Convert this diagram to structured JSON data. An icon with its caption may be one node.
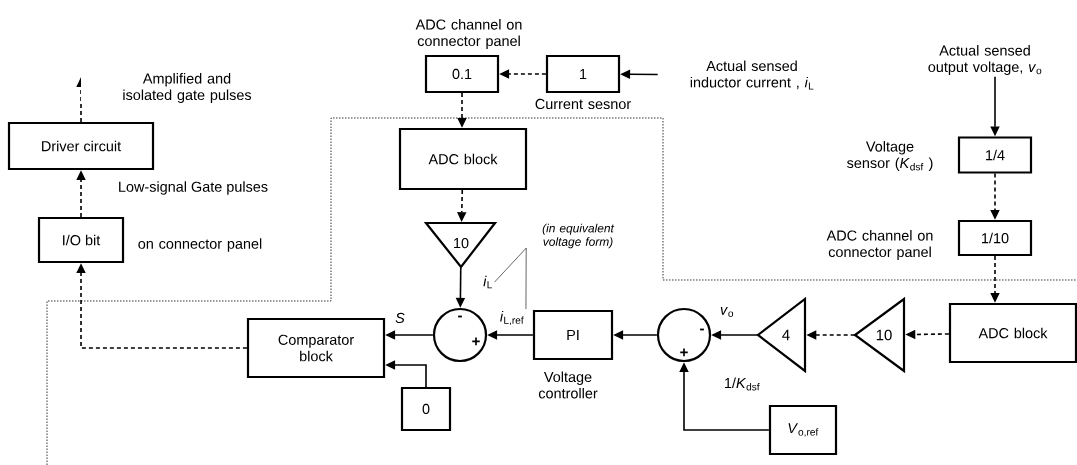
{
  "diagram": {
    "nodes": [
      {
        "text": [
          "Actual sensed inductor current , *i*$_{L}$"
        ]
      },
      {
        "text": [
          "1"
        ],
        "beside": [
          "Current sesnor"
        ]
      },
      {
        "text": [
          "0.1"
        ],
        "beside": [
          "ADC channel on connector panel"
        ]
      },
      {
        "text": [
          "ADC block"
        ]
      },
      {
        "text": [
          "10"
        ]
      },
      {
        "text": [
          "-",
          "+"
        ]
      },
      {
        "text": [
          "PI"
        ],
        "beside": [
          "Voltage controller"
        ]
      },
      {
        "text": [
          "-",
          "+"
        ]
      },
      {
        "text": [
          "4"
        ],
        "beside": [
          "1/*K*$_{dsf}$"
        ]
      },
      {
        "text": [
          "10"
        ]
      },
      {
        "text": [
          "ADC block"
        ]
      },
      {
        "text": [
          "1/10"
        ],
        "beside": [
          "ADC channel on connector panel"
        ]
      },
      {
        "text": [
          "1/4"
        ],
        "beside": [
          "Voltage sensor (*K*$_{dsf}$ )"
        ]
      },
      {
        "text": [
          "Actual sensed output voltage, *v*$_{o}$"
        ]
      },
      {
        "text": [
          "*V*$_{o,ref}$"
        ]
      },
      {
        "text": [
          "0"
        ]
      },
      {
        "text": [
          "Comparator block"
        ]
      },
      {
        "text": [
          "I/O bit"
        ],
        "beside": [
          "on connector panel"
        ]
      },
      {
        "text": [
          "Driver circuit"
        ]
      },
      {
        "text": [
          "(in equivalent voltage form)"
        ]
      },
      {
        "text": [
          "*i*$_{L}$"
        ]
      },
      {
        "text": [
          "*i*$_{L,ref}$"
        ]
      }
    ],
    "edges": [
      {
        "from": 0,
        "to": 1,
        "arrow": "to"
      },
      {
        "from": 1,
        "to": 2,
        "arrow": "to",
        "style": "dashed"
      },
      {
        "from": 2,
        "to": 3,
        "arrow": "to",
        "style": "dashed"
      },
      {
        "from": 3,
        "to": 4,
        "arrow": "to",
        "style": "dashed"
      },
      {
        "from": 4,
        "to": 5,
        "arrow": "to"
      },
      {
        "from": 5,
        "to": 16,
        "arrow": "to",
        "label": "*S*"
      },
      {
        "from": 6,
        "to": 5,
        "arrow": "to"
      },
      {
        "from": 7,
        "to": 6,
        "arrow": "to"
      },
      {
        "from": 8,
        "to": 7,
        "arrow": "to",
        "label": "*v*$_{o}$"
      },
      {
        "from": 9,
        "to": 8,
        "arrow": "to",
        "style": "dashed"
      },
      {
        "from": 10,
        "to": 9,
        "arrow": "to",
        "style": "dashed"
      },
      {
        "from": 11,
        "to": 10,
        "arrow": "to",
        "style": "dashed"
      },
      {
        "from": 12,
        "to": 11,
        "arrow": "to",
        "style": "dashed"
      },
      {
        "from": 13,
        "to": 12,
        "arrow": "to"
      },
      {
        "from": 14,
        "to": 7,
        "arrow": "to"
      },
      {
        "from": 15,
        "to": 16,
        "arrow": "to"
      },
      {
        "from": 16,
        "to": 17,
        "arrow": "to",
        "style": "dashed"
      },
      {
        "from": 17,
        "to": 18,
        "arrow": "to",
        "style": "dashed",
        "label": "Low-signal Gate pulses"
      },
      {
        "from": 18,
        "to": null,
        "arrow": "to",
        "style": "dashed",
        "label": "Amplified and isolated gate pulses"
      },
      {
        "from": 19,
        "to": 20,
        "arrow": "none"
      },
      {
        "from": 19,
        "to": 21,
        "arrow": "none"
      }
    ]
  }
}
